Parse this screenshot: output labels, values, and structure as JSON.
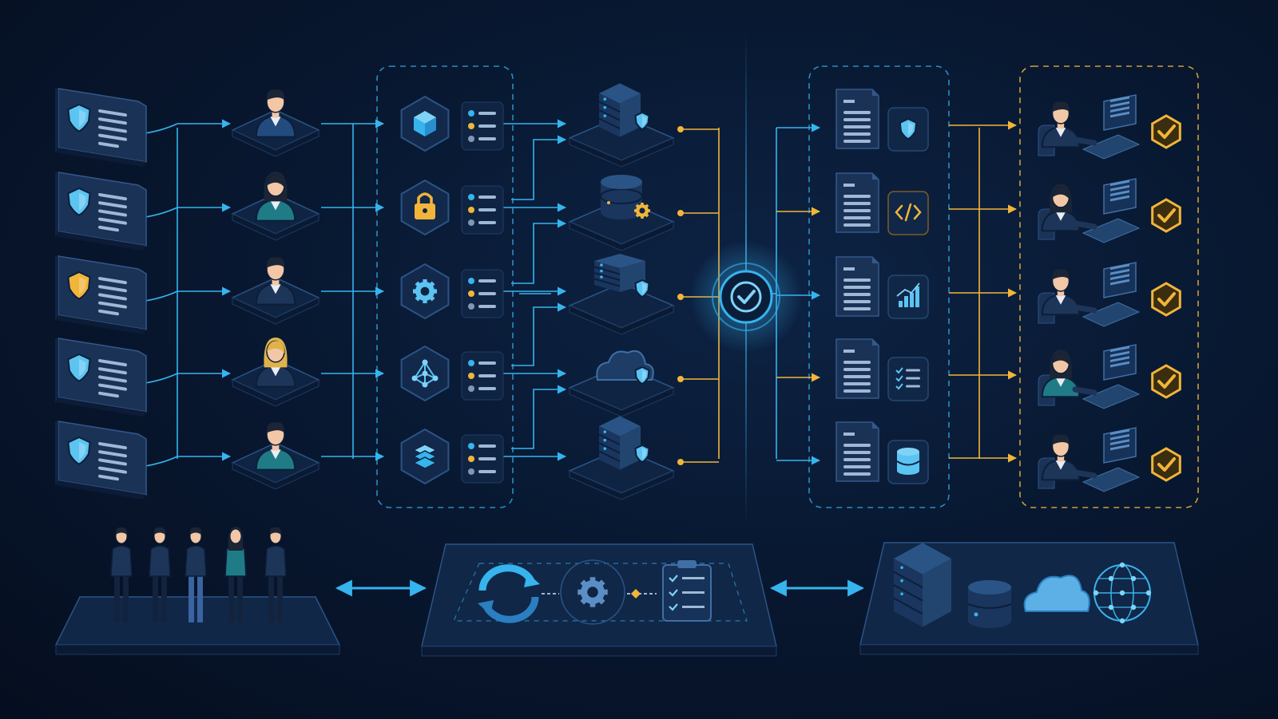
{
  "colors": {
    "background": "#07142a",
    "panel": "#13294b",
    "panel_edge": "#2b5486",
    "accent_blue": "#36b4ee",
    "accent_gold": "#f1b53a",
    "skin": "#f3c7a6",
    "suit": "#1d3558",
    "teal": "#1f7c86"
  },
  "source_documents": [
    {
      "icon": "shield-doc-icon",
      "shield": "blue"
    },
    {
      "icon": "shield-doc-icon",
      "shield": "blue"
    },
    {
      "icon": "shield-doc-icon",
      "shield": "gold"
    },
    {
      "icon": "shield-doc-icon",
      "shield": "blue"
    },
    {
      "icon": "shield-doc-icon",
      "shield": "blue"
    }
  ],
  "reviewers": [
    {
      "icon": "man-avatar-icon",
      "shirt": "blue",
      "hair": "dark"
    },
    {
      "icon": "woman-avatar-icon",
      "shirt": "teal",
      "hair": "dark"
    },
    {
      "icon": "man-avatar-icon",
      "shirt": "navy",
      "hair": "dark"
    },
    {
      "icon": "woman-avatar-icon",
      "shirt": "navy",
      "hair": "blonde"
    },
    {
      "icon": "man-avatar-icon",
      "shirt": "teal",
      "hair": "dark"
    }
  ],
  "policy_modules": [
    {
      "icon": "cube-icon"
    },
    {
      "icon": "padlock-icon"
    },
    {
      "icon": "gear-icon"
    },
    {
      "icon": "network-icon"
    },
    {
      "icon": "stack-icon"
    }
  ],
  "infrastructure": [
    {
      "icon": "server-shield-icon"
    },
    {
      "icon": "database-gear-icon"
    },
    {
      "icon": "server-rack-shield-icon"
    },
    {
      "icon": "cloud-shield-icon"
    },
    {
      "icon": "data-center-shield-icon"
    }
  ],
  "hub": {
    "icon": "verification-check-icon"
  },
  "output_documents": [
    {
      "icon": "document-icon",
      "badge": "shield-icon",
      "badge_color": "blue"
    },
    {
      "icon": "document-icon",
      "badge": "code-icon",
      "badge_color": "gold"
    },
    {
      "icon": "document-icon",
      "badge": "bar-chart-icon",
      "badge_color": "blue"
    },
    {
      "icon": "document-icon",
      "badge": "checklist-icon",
      "badge_color": "blue"
    },
    {
      "icon": "document-icon",
      "badge": "database-icon",
      "badge_color": "blue"
    }
  ],
  "operators": [
    {
      "icon": "operator-at-desk-icon",
      "status": "check-badge-icon"
    },
    {
      "icon": "operator-at-desk-icon",
      "status": "check-badge-icon"
    },
    {
      "icon": "operator-at-desk-icon",
      "status": "check-badge-icon"
    },
    {
      "icon": "operator-at-desk-icon",
      "status": "check-badge-icon"
    },
    {
      "icon": "operator-at-desk-icon",
      "status": "check-badge-icon"
    }
  ],
  "bottom_platforms": [
    {
      "name": "team-platform",
      "icons": [
        "team-icon"
      ]
    },
    {
      "name": "process-platform",
      "icons": [
        "cycle-icon",
        "gear-icon",
        "clipboard-checklist-icon"
      ]
    },
    {
      "name": "resources-platform",
      "icons": [
        "server-icon",
        "database-icon",
        "cloud-icon",
        "globe-network-icon"
      ]
    }
  ]
}
